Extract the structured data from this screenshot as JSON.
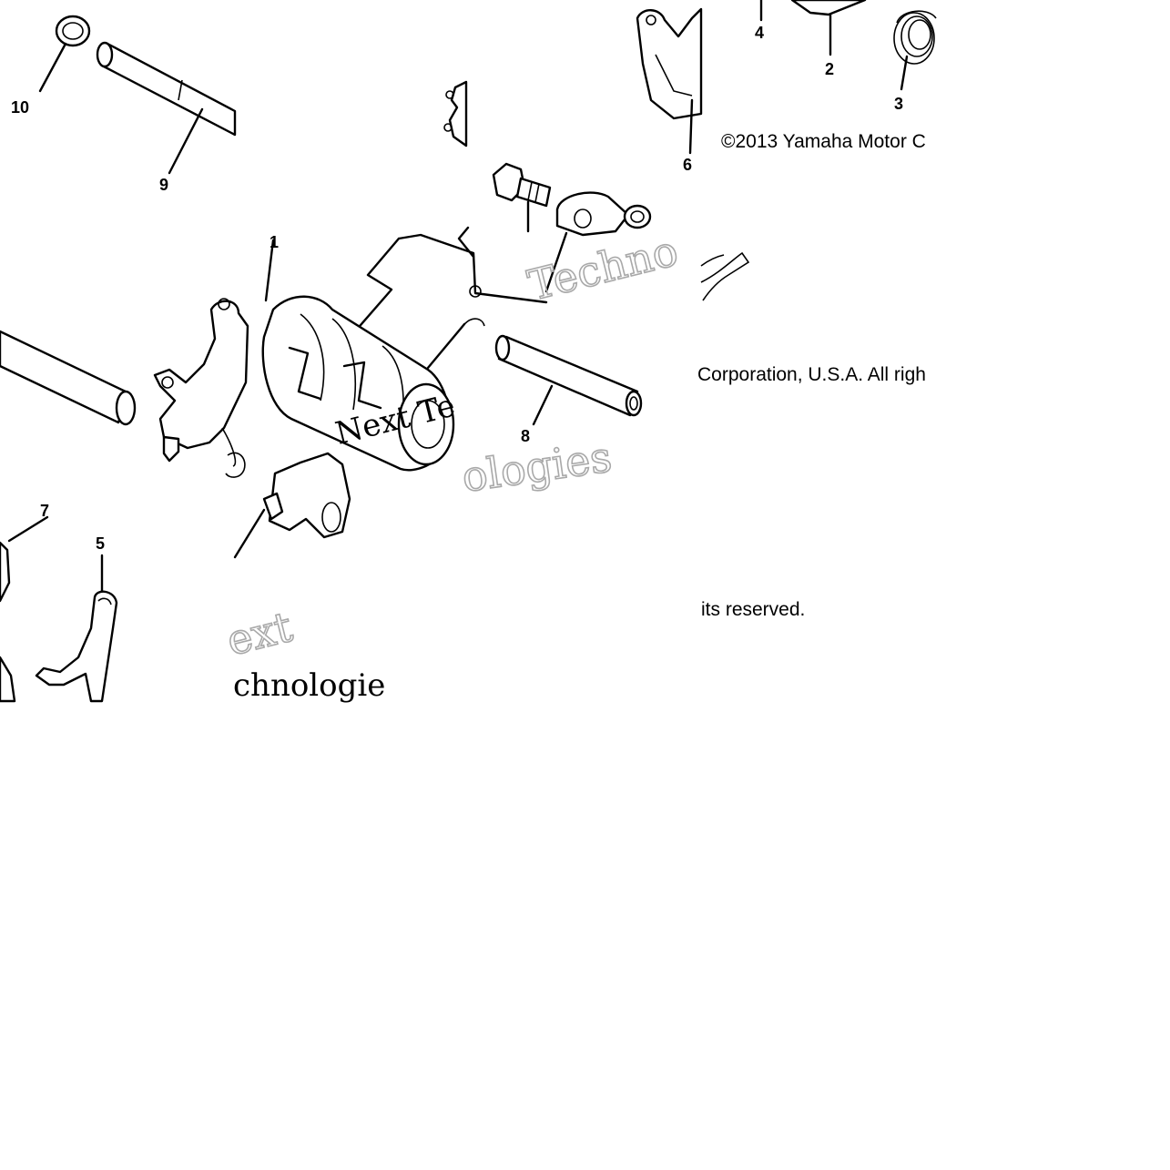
{
  "callouts": {
    "n1": "1",
    "n2": "2",
    "n3": "3",
    "n4": "4",
    "n5": "5",
    "n6": "6",
    "n7": "7",
    "n8": "8",
    "n9": "9",
    "n10": "10"
  },
  "copyright": {
    "line1": "©2013 Yamaha Motor C",
    "line2": "Corporation, U.S.A. All righ",
    "line3": "its reserved."
  },
  "watermark": {
    "w1": "Techno",
    "w2": "ext",
    "w3": "chnologie",
    "w4": "Next Te",
    "w5": "ologies"
  },
  "colors": {
    "line": "#000000",
    "background": "#ffffff",
    "watermark": "#a9a9a9"
  }
}
